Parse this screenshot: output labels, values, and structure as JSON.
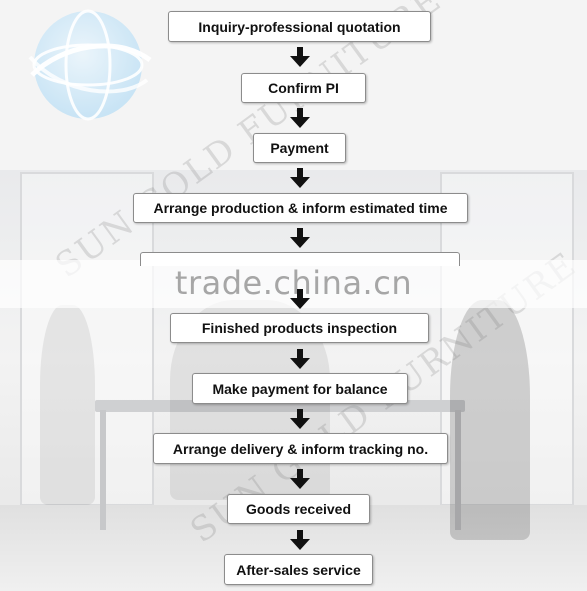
{
  "steps": [
    {
      "label": "Inquiry-professional quotation"
    },
    {
      "label": "Confirm PI"
    },
    {
      "label": "Payment"
    },
    {
      "label": "Arrange production & inform estimated time"
    },
    {
      "label": ""
    },
    {
      "label": "Finished products inspection"
    },
    {
      "label": "Make payment for balance"
    },
    {
      "label": "Arrange delivery & inform tracking no."
    },
    {
      "label": "Goods received"
    },
    {
      "label": "After-sales service"
    }
  ],
  "watermark": {
    "site": "trade.china.cn",
    "brand": "SUN GOLD FURNITURE"
  },
  "colors": {
    "box_border": "#8c8c8c",
    "arrow": "#111111",
    "globe": "#9fd0f0"
  }
}
